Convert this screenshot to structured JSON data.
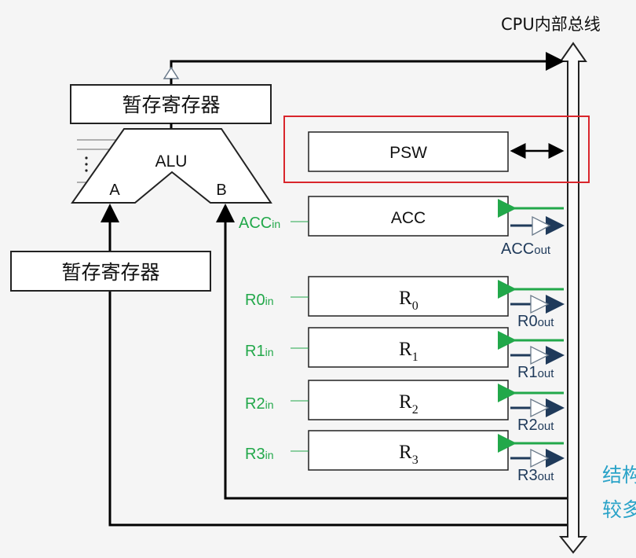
{
  "bus_title": "CPU内部总线",
  "alu": {
    "label": "ALU",
    "input_a": "A",
    "input_b": "B"
  },
  "temp_register_top": "暂存寄存器",
  "temp_register_bottom": "暂存寄存器",
  "psw": "PSW",
  "acc": {
    "label": "ACC",
    "in": "ACC",
    "in_sub": "in",
    "out": "ACC",
    "out_sub": "out"
  },
  "registers": [
    {
      "name": "R",
      "sub": "0",
      "in": "R0",
      "in_sub": "in",
      "out": "R0",
      "out_sub": "out"
    },
    {
      "name": "R",
      "sub": "1",
      "in": "R1",
      "in_sub": "in",
      "out": "R1",
      "out_sub": "out"
    },
    {
      "name": "R",
      "sub": "2",
      "in": "R2",
      "in_sub": "in",
      "out": "R2",
      "out_sub": "out"
    },
    {
      "name": "R",
      "sub": "3",
      "in": "R3",
      "in_sub": "in",
      "out": "R3",
      "out_sub": "out"
    }
  ],
  "side_note": [
    "结构",
    "较多"
  ],
  "colors": {
    "in_signal": "#22a84a",
    "out_signal": "#1f3a5a",
    "highlight": "#d9262c",
    "note": "#2aa3c8"
  }
}
